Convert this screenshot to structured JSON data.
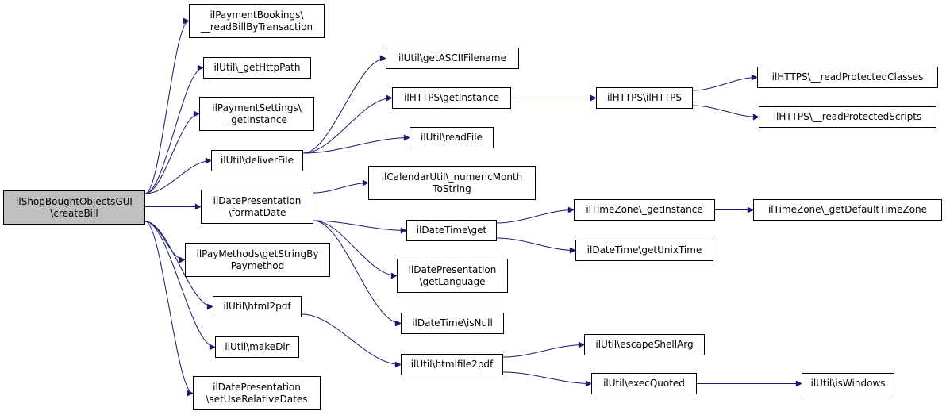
{
  "colors": {
    "edge": "#191970",
    "root_fill": "#bfbfbf",
    "node_fill": "#ffffff",
    "border": "#000000"
  },
  "nodes": {
    "root": [
      "ilShopBoughtObjectsGUI",
      "\\createBill"
    ],
    "readBillByTransaction": [
      "ilPaymentBookings\\",
      "__readBillByTransaction"
    ],
    "getHttpPath": [
      "ilUtil\\_getHttpPath"
    ],
    "paymentSettingsGetInstance": [
      "ilPaymentSettings\\",
      "_getInstance"
    ],
    "deliverFile": [
      "ilUtil\\deliverFile"
    ],
    "formatDate": [
      "ilDatePresentation",
      "\\formatDate"
    ],
    "getStringByPaymethod": [
      "ilPayMethods\\getStringBy",
      "Paymethod"
    ],
    "html2pdf": [
      "ilUtil\\html2pdf"
    ],
    "makeDir": [
      "ilUtil\\makeDir"
    ],
    "setUseRelativeDates": [
      "ilDatePresentation",
      "\\setUseRelativeDates"
    ],
    "getASCIIFilename": [
      "ilUtil\\getASCIIFilename"
    ],
    "httpsGetInstance": [
      "ilHTTPS\\getInstance"
    ],
    "readFile": [
      "ilUtil\\readFile"
    ],
    "numericMonthToString": [
      "ilCalendarUtil\\_numericMonth",
      "ToString"
    ],
    "dateTimeGet": [
      "ilDateTime\\get"
    ],
    "getLanguage": [
      "ilDatePresentation",
      "\\getLanguage"
    ],
    "isNull": [
      "ilDateTime\\isNull"
    ],
    "htmlfile2pdf": [
      "ilUtil\\htmlfile2pdf"
    ],
    "ilHTTPS": [
      "ilHTTPS\\ilHTTPS"
    ],
    "timeZoneGetInstance": [
      "ilTimeZone\\_getInstance"
    ],
    "getUnixTime": [
      "ilDateTime\\getUnixTime"
    ],
    "escapeShellArg": [
      "ilUtil\\escapeShellArg"
    ],
    "execQuoted": [
      "ilUtil\\execQuoted"
    ],
    "readProtectedClasses": [
      "ilHTTPS\\__readProtectedClasses"
    ],
    "readProtectedScripts": [
      "ilHTTPS\\__readProtectedScripts"
    ],
    "getDefaultTimeZone": [
      "ilTimeZone\\_getDefaultTimeZone"
    ],
    "isWindows": [
      "ilUtil\\isWindows"
    ]
  },
  "edges": [
    [
      "root",
      "readBillByTransaction"
    ],
    [
      "root",
      "getHttpPath"
    ],
    [
      "root",
      "paymentSettingsGetInstance"
    ],
    [
      "root",
      "deliverFile"
    ],
    [
      "root",
      "formatDate"
    ],
    [
      "root",
      "getStringByPaymethod"
    ],
    [
      "root",
      "html2pdf"
    ],
    [
      "root",
      "makeDir"
    ],
    [
      "root",
      "setUseRelativeDates"
    ],
    [
      "deliverFile",
      "getASCIIFilename"
    ],
    [
      "deliverFile",
      "httpsGetInstance"
    ],
    [
      "deliverFile",
      "readFile"
    ],
    [
      "formatDate",
      "numericMonthToString"
    ],
    [
      "formatDate",
      "dateTimeGet"
    ],
    [
      "formatDate",
      "getLanguage"
    ],
    [
      "formatDate",
      "isNull"
    ],
    [
      "html2pdf",
      "htmlfile2pdf"
    ],
    [
      "httpsGetInstance",
      "ilHTTPS"
    ],
    [
      "dateTimeGet",
      "timeZoneGetInstance"
    ],
    [
      "dateTimeGet",
      "getUnixTime"
    ],
    [
      "htmlfile2pdf",
      "escapeShellArg"
    ],
    [
      "htmlfile2pdf",
      "execQuoted"
    ],
    [
      "ilHTTPS",
      "readProtectedClasses"
    ],
    [
      "ilHTTPS",
      "readProtectedScripts"
    ],
    [
      "timeZoneGetInstance",
      "getDefaultTimeZone"
    ],
    [
      "execQuoted",
      "isWindows"
    ]
  ]
}
